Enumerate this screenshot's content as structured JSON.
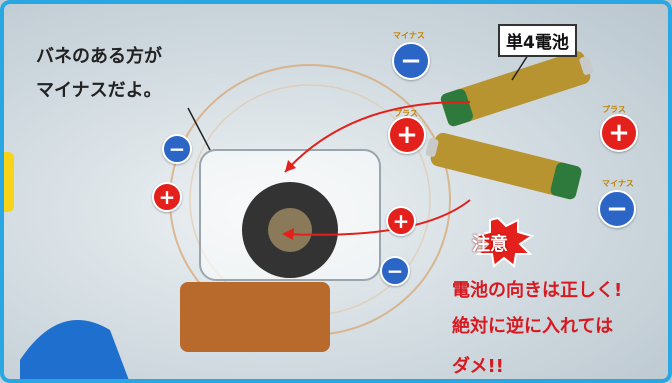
{
  "callout": {
    "line1": "バネのある方が",
    "line2": "マイナスだよ。"
  },
  "battery_label": "単4電池",
  "warning": {
    "title": "注意",
    "line1": "電池の向きは正しく!",
    "line2": "絶対に逆に入れては",
    "line3": "ダメ!!"
  },
  "polarity": {
    "minus_label": "マイナス",
    "plus_label": "プラス",
    "minus_symbol": "−",
    "plus_symbol": "+"
  },
  "colors": {
    "frame": "#2aa7e3",
    "minus": "#2b66c7",
    "plus": "#e3201b",
    "warning": "#d71920",
    "tab": "#f7d417"
  }
}
